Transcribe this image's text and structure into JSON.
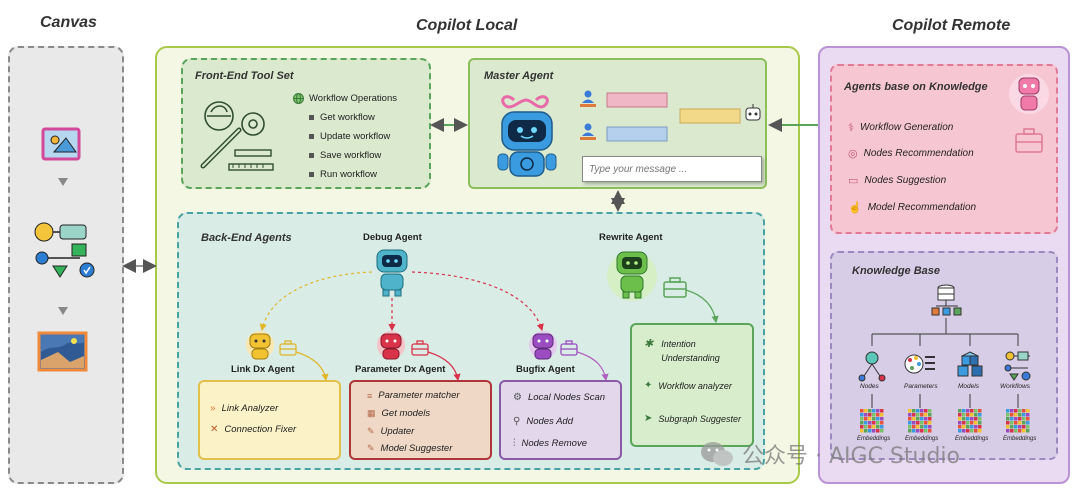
{
  "headers": {
    "canvas": "Canvas",
    "local": "Copilot Local",
    "remote": "Copilot Remote"
  },
  "frontend": {
    "title": "Front-End Tool Set",
    "ops_title": "Workflow Operations",
    "items": [
      "Get workflow",
      "Update workflow",
      "Save workflow",
      "Run workflow"
    ]
  },
  "master": {
    "title": "Master Agent",
    "placeholder": "Type your message ..."
  },
  "backend": {
    "title": "Back-End Agents",
    "debug_agent": "Debug Agent",
    "rewrite_agent": "Rewrite Agent",
    "link_agent": "Link Dx Agent",
    "param_agent": "Parameter Dx Agent",
    "bugfix_agent": "Bugfix Agent",
    "link_items": [
      "Link Analyzer",
      "Connection Fixer"
    ],
    "param_items": [
      "Parameter matcher",
      "Get models",
      "Updater",
      "Model Suggester"
    ],
    "bugfix_items": [
      "Local Nodes Scan",
      "Nodes Add",
      "Nodes Remove"
    ],
    "rewrite_items": [
      "Intention Understanding",
      "Workflow analyzer",
      "Subgraph Suggester"
    ]
  },
  "remote": {
    "agents_title": "Agents base on Knowledge",
    "agents_items": [
      "Workflow Generation",
      "Nodes Recommendation",
      "Nodes Suggestion",
      "Model Recommendation"
    ],
    "kb_title": "Knowledge Base",
    "kb_nodes": [
      "Nodes",
      "Parameters",
      "Models",
      "Workflows"
    ],
    "kb_embed": "Embeddings"
  },
  "watermark": "公众号 · AIGC Studio",
  "colors": {
    "local_border": "#a9c94a",
    "frontend_bg": "#dbe9cf",
    "frontend_border": "#5aa55a",
    "backend_bg": "#d9ece6",
    "backend_border": "#4aa3a3",
    "remote_bg": "#eadbf3",
    "remote_border": "#b993d6",
    "agents_bg": "#f6c6d3",
    "agents_border": "#e07a96",
    "kb_bg": "#d8cde6",
    "kb_border": "#9a8ac0"
  }
}
